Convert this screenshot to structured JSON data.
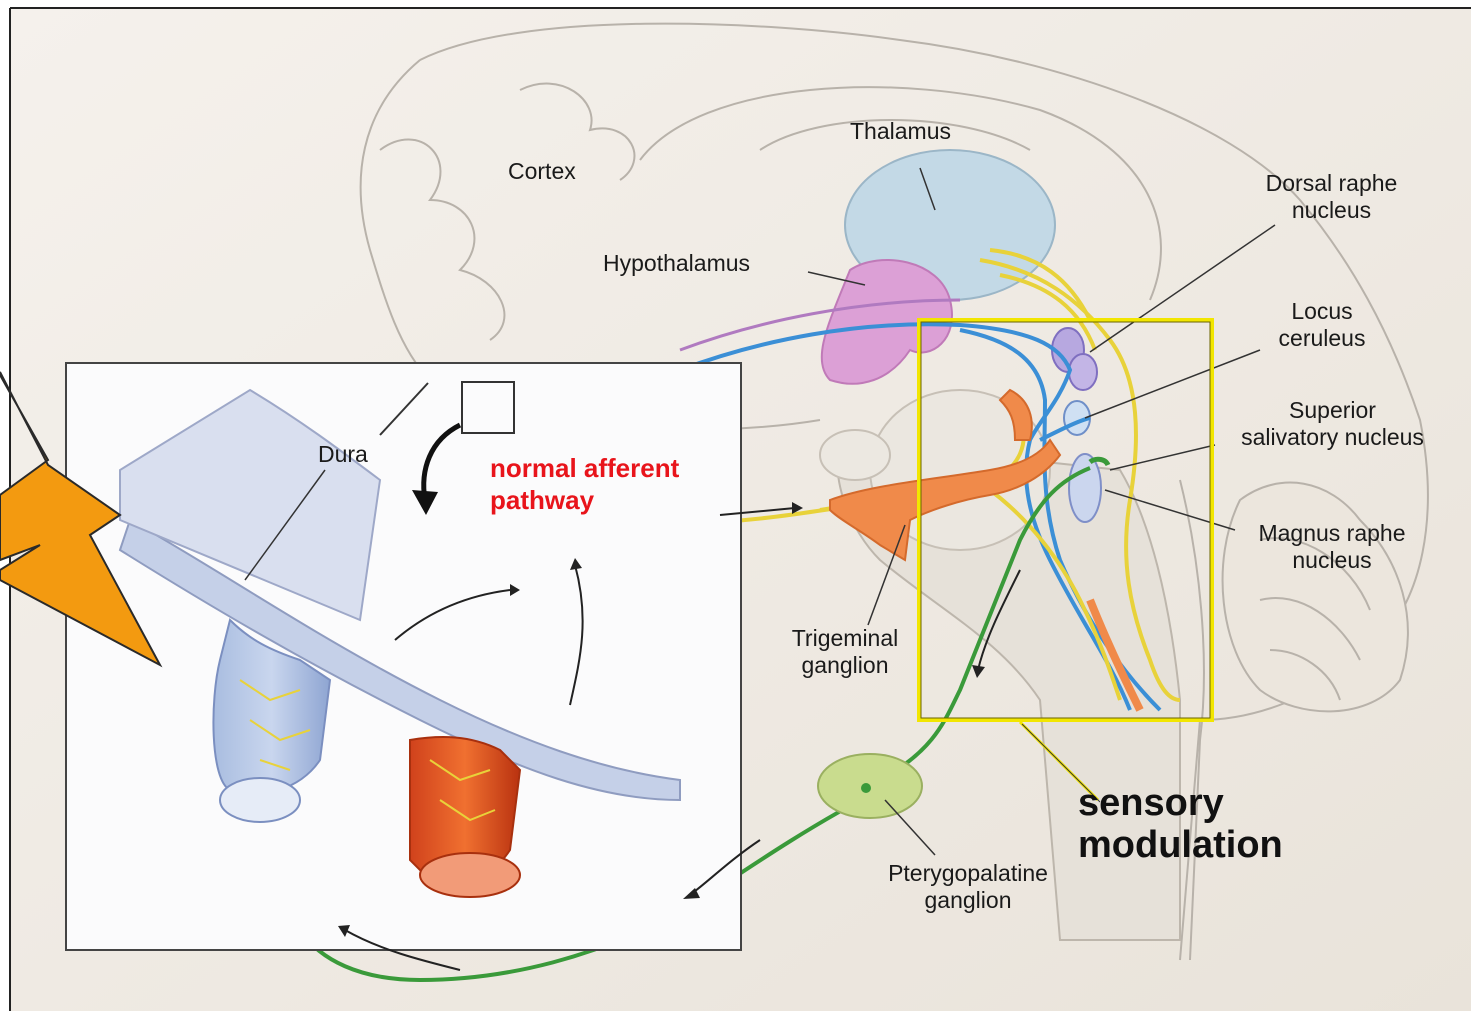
{
  "labels": {
    "cortex": "Cortex",
    "thalamus": "Thalamus",
    "hypothalamus": "Hypothalamus",
    "dorsal_raphe": [
      "Dorsal raphe",
      "nucleus"
    ],
    "locus_ceruleus": [
      "Locus",
      "ceruleus"
    ],
    "superior_salivatory": [
      "Superior",
      "salivatory nucleus"
    ],
    "magnus_raphe": [
      "Magnus raphe",
      "nucleus"
    ],
    "dura": "Dura",
    "trigeminal_ganglion": [
      "Trigeminal",
      "ganglion"
    ],
    "pterygopalatine_ganglion": [
      "Pterygopalatine",
      "ganglion"
    ],
    "normal_afferent_pathway": [
      "normal afferent",
      "pathway"
    ],
    "sensory_modulation": [
      "sensory",
      "modulation"
    ]
  },
  "colors": {
    "afferent_label": "#e8141b",
    "trigeminal_fiber": "#e8d23a",
    "parasympathetic_fiber": "#3a9a3a",
    "descending_fiber": "#3b8fd6",
    "modulation_box": "#f2e600",
    "lightning": "#f39a10",
    "thalamus_fill": "#bcd6e6",
    "hypothalamus_fill": "#d99ad3"
  }
}
